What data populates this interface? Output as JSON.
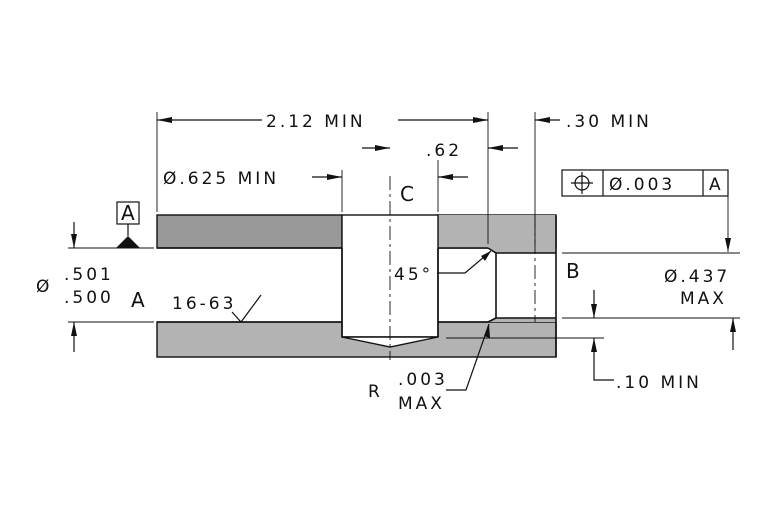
{
  "colors": {
    "background": "#ffffff",
    "section_fill": "#b3b3b3",
    "dark_section_fill": "#999999",
    "ink": "#111111"
  },
  "dimensions": {
    "overall_depth": "2.12 MIN",
    "bore_diameter": "Ø.625 MIN",
    "land_length": ".62",
    "relief_depth": ".30 MIN",
    "small_bore_diameter_value": "Ø.437",
    "small_bore_diameter_qualifier": "MAX",
    "main_bore_upper": ".501",
    "main_bore_lower": ".500",
    "main_bore_prefix": "Ø",
    "offset_min": ".10 MIN",
    "chamfer_angle": "45°",
    "radius_prefix": "R",
    "radius_value": ".003",
    "radius_qualifier": "MAX",
    "surface_finish": "16-63"
  },
  "labels": {
    "datum_main_bore": "A",
    "datum_flag": "A",
    "cross_hole": "C",
    "small_bore": "B"
  },
  "feature_control_frame": {
    "symbol": "position-icon",
    "tolerance": "Ø.003",
    "datum": "A"
  }
}
